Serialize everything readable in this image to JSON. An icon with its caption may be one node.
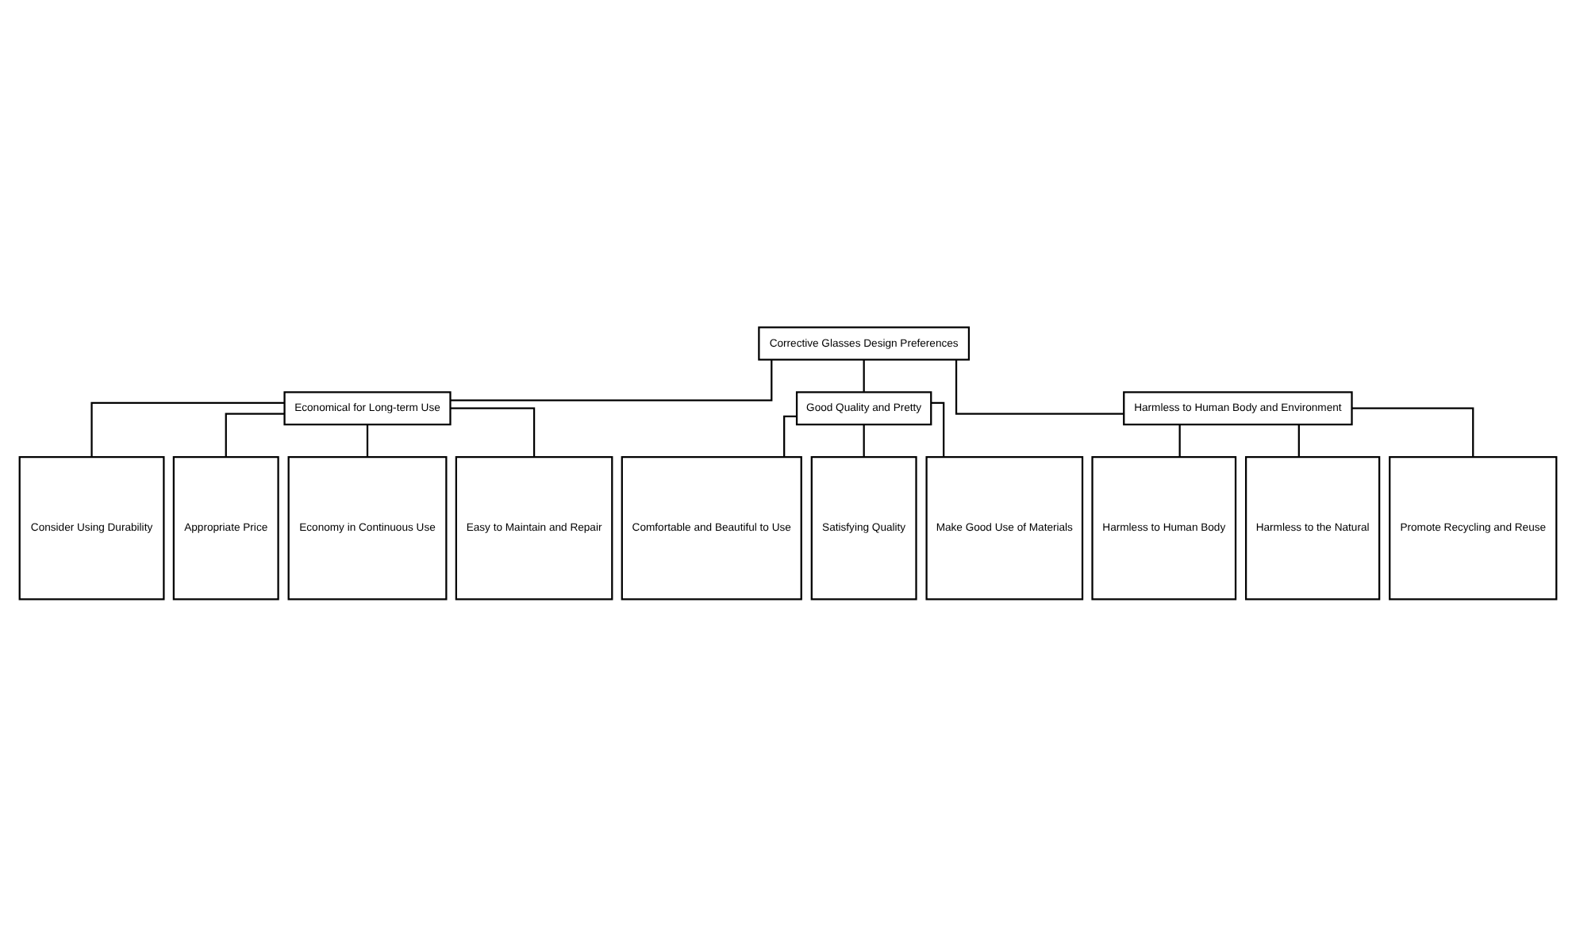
{
  "diagram": {
    "nodes": [
      {
        "text": [
          "Corrective Glasses Design Preferences"
        ]
      },
      {
        "text": [
          "Economical for Long-term Use"
        ]
      },
      {
        "text": [
          "Good Quality and Pretty"
        ]
      },
      {
        "text": [
          "Harmless to Human Body and Environment"
        ]
      },
      {
        "text": [
          "Consider Using Durability"
        ]
      },
      {
        "text": [
          "Appropriate Price"
        ]
      },
      {
        "text": [
          "Economy in Continuous Use"
        ]
      },
      {
        "text": [
          "Easy to Maintain and Repair"
        ]
      },
      {
        "text": [
          "Comfortable and Beautiful to Use"
        ]
      },
      {
        "text": [
          "Satisfying Quality"
        ]
      },
      {
        "text": [
          "Make Good Use of Materials"
        ]
      },
      {
        "text": [
          "Harmless to Human Body"
        ]
      },
      {
        "text": [
          "Harmless to the Natural"
        ]
      },
      {
        "text": [
          "Promote Recycling and Reuse"
        ]
      }
    ],
    "edges": [
      {
        "from": 0,
        "to": 1,
        "arrow": "none"
      },
      {
        "from": 0,
        "to": 2,
        "arrow": "none"
      },
      {
        "from": 0,
        "to": 3,
        "arrow": "none"
      },
      {
        "from": 1,
        "to": 4,
        "arrow": "none"
      },
      {
        "from": 1,
        "to": 5,
        "arrow": "none"
      },
      {
        "from": 1,
        "to": 6,
        "arrow": "none"
      },
      {
        "from": 1,
        "to": 7,
        "arrow": "none"
      },
      {
        "from": 2,
        "to": 8,
        "arrow": "none"
      },
      {
        "from": 2,
        "to": 9,
        "arrow": "none"
      },
      {
        "from": 2,
        "to": 10,
        "arrow": "none"
      },
      {
        "from": 3,
        "to": 11,
        "arrow": "none"
      },
      {
        "from": 3,
        "to": 12,
        "arrow": "none"
      },
      {
        "from": 3,
        "to": 13,
        "arrow": "none"
      }
    ]
  }
}
